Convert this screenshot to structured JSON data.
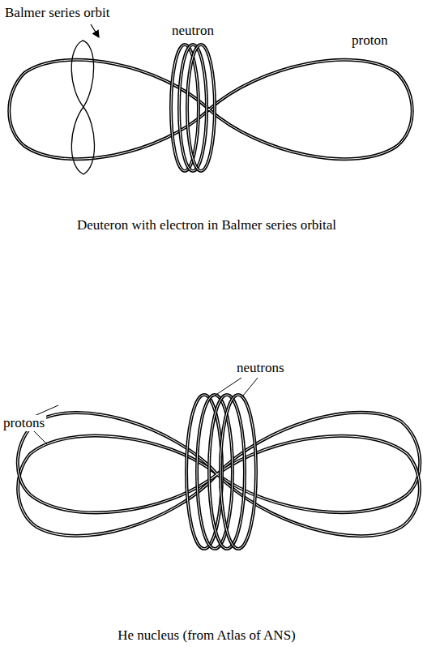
{
  "diagram": {
    "labels": [
      "Balmer series orbit",
      "neutron",
      "proton",
      "Deuteron with electron in Balmer series orbital",
      "neutrons",
      "protons",
      "He nucleus (from Atlas of ANS)"
    ]
  }
}
